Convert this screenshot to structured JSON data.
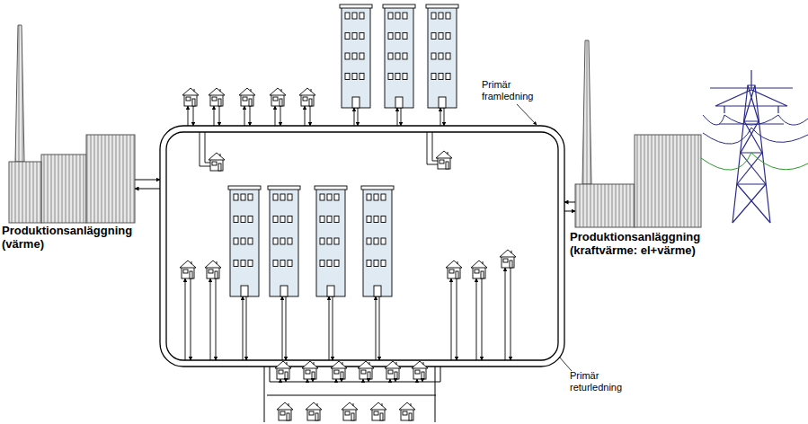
{
  "diagram": {
    "labels": [
      "Primär framledning",
      "Primär returledning",
      "Produktionsanläggning (värme)",
      "Produktionsanläggning (kraftvärme: el+värme)"
    ]
  }
}
